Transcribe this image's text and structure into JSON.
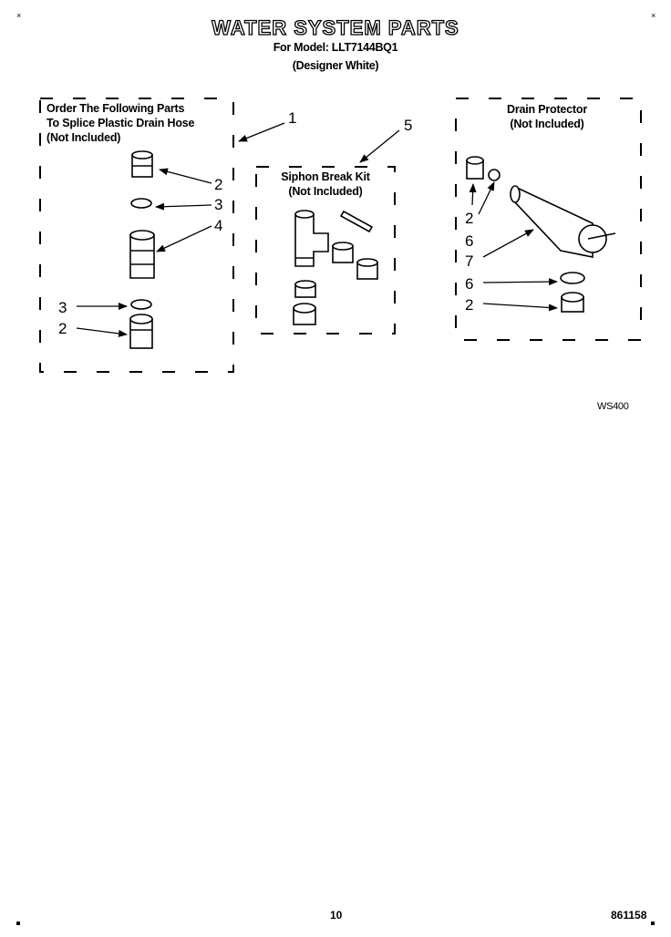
{
  "header": {
    "title": "WATER SYSTEM PARTS",
    "model_line": "For Model: LLT7144BQ1",
    "color_line": "(Designer White)"
  },
  "splice_box": {
    "label_line1": "Order The Following Parts",
    "label_line2": "To Splice Plastic Drain Hose",
    "label_line3": "(Not Included)"
  },
  "siphon_box": {
    "label_line1": "Siphon Break Kit",
    "label_line2": "(Not Included)"
  },
  "drain_box": {
    "label_line1": "Drain Protector",
    "label_line2": "(Not Included)"
  },
  "callouts": {
    "c1": "1",
    "c2a": "2",
    "c3a": "3",
    "c4": "4",
    "c3b": "3",
    "c2b": "2",
    "c5": "5",
    "c2c": "2",
    "c6a": "6",
    "c7": "7",
    "c6b": "6",
    "c2d": "2"
  },
  "diagram_code": "WS400",
  "footer": {
    "page_number": "10",
    "doc_number": "861158"
  }
}
